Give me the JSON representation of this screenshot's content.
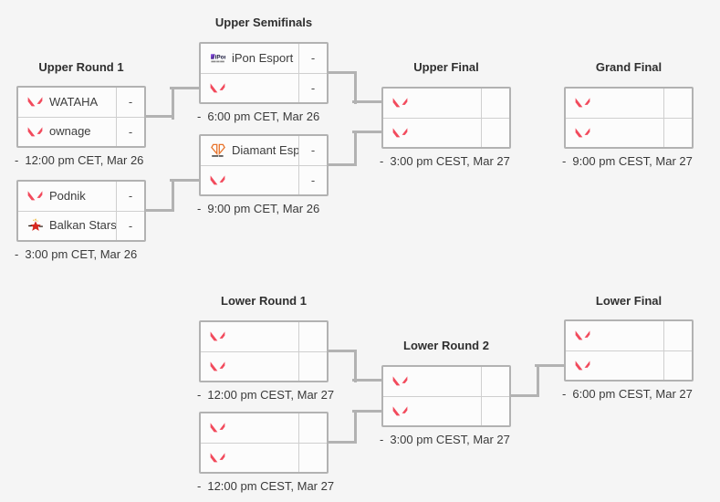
{
  "colors": {
    "page_background": "#f5f5f5",
    "box_background": "#fcfcfc",
    "border_gray": "#b2b2b2",
    "connector_gray": "#b2b2b2",
    "valorant_red": "#f24a5c",
    "diamant_orange": "#e8742c",
    "balkan_red": "#d7281f",
    "balkan_yellow": "#f0b429",
    "ipon_purple": "#7b2ff2"
  },
  "icons": {
    "default_team_logo": "valorant-icon",
    "named_team_logos": {
      "iPon Esport": "ipon-esport-logo",
      "Diamant Esp…": "diamant-esport-logo",
      "Balkan Stars": "balkan-stars-logo"
    }
  },
  "headers": {
    "upper_round_1": "Upper Round 1",
    "upper_semifinals": "Upper Semifinals",
    "upper_final": "Upper Final",
    "grand_final": "Grand Final",
    "lower_round_1": "Lower Round 1",
    "lower_round_2": "Lower Round 2",
    "lower_final": "Lower Final"
  },
  "matches": {
    "ur1m1": {
      "slots": [
        {
          "name": "WATAHA",
          "score": "-",
          "logo": "valorant-icon"
        },
        {
          "name": "ownage",
          "score": "-",
          "logo": "valorant-icon"
        }
      ],
      "time_bullet": "-",
      "time": "12:00 pm CET, Mar 26"
    },
    "ur1m2": {
      "slots": [
        {
          "name": "Podnik",
          "score": "-",
          "logo": "valorant-icon"
        },
        {
          "name": "Balkan Stars",
          "score": "-",
          "logo": "balkan-stars-logo"
        }
      ],
      "time_bullet": "-",
      "time": "3:00 pm CET, Mar 26"
    },
    "usf1": {
      "slots": [
        {
          "name": "iPon Esport",
          "score": "-",
          "logo": "ipon-esport-logo"
        },
        {
          "name": "",
          "score": "-",
          "logo": "valorant-icon"
        }
      ],
      "time_bullet": "-",
      "time": "6:00 pm CET, Mar 26"
    },
    "usf2": {
      "slots": [
        {
          "name": "Diamant Esp…",
          "score": "-",
          "logo": "diamant-esport-logo"
        },
        {
          "name": "",
          "score": "-",
          "logo": "valorant-icon"
        }
      ],
      "time_bullet": "-",
      "time": "9:00 pm CET, Mar 26"
    },
    "uf": {
      "slots": [
        {
          "name": "",
          "score": "",
          "logo": "valorant-icon"
        },
        {
          "name": "",
          "score": "",
          "logo": "valorant-icon"
        }
      ],
      "time_bullet": "-",
      "time": "3:00 pm CEST, Mar 27"
    },
    "gf": {
      "slots": [
        {
          "name": "",
          "score": "",
          "logo": "valorant-icon"
        },
        {
          "name": "",
          "score": "",
          "logo": "valorant-icon"
        }
      ],
      "time_bullet": "-",
      "time": "9:00 pm CEST, Mar 27"
    },
    "lr1m1": {
      "slots": [
        {
          "name": "",
          "score": "",
          "logo": "valorant-icon"
        },
        {
          "name": "",
          "score": "",
          "logo": "valorant-icon"
        }
      ],
      "time_bullet": "-",
      "time": "12:00 pm CEST, Mar 27"
    },
    "lr1m2": {
      "slots": [
        {
          "name": "",
          "score": "",
          "logo": "valorant-icon"
        },
        {
          "name": "",
          "score": "",
          "logo": "valorant-icon"
        }
      ],
      "time_bullet": "-",
      "time": "12:00 pm CEST, Mar 27"
    },
    "lr2": {
      "slots": [
        {
          "name": "",
          "score": "",
          "logo": "valorant-icon"
        },
        {
          "name": "",
          "score": "",
          "logo": "valorant-icon"
        }
      ],
      "time_bullet": "-",
      "time": "3:00 pm CEST, Mar 27"
    },
    "lf": {
      "slots": [
        {
          "name": "",
          "score": "",
          "logo": "valorant-icon"
        },
        {
          "name": "",
          "score": "",
          "logo": "valorant-icon"
        }
      ],
      "time_bullet": "-",
      "time": "6:00 pm CEST, Mar 27"
    }
  }
}
